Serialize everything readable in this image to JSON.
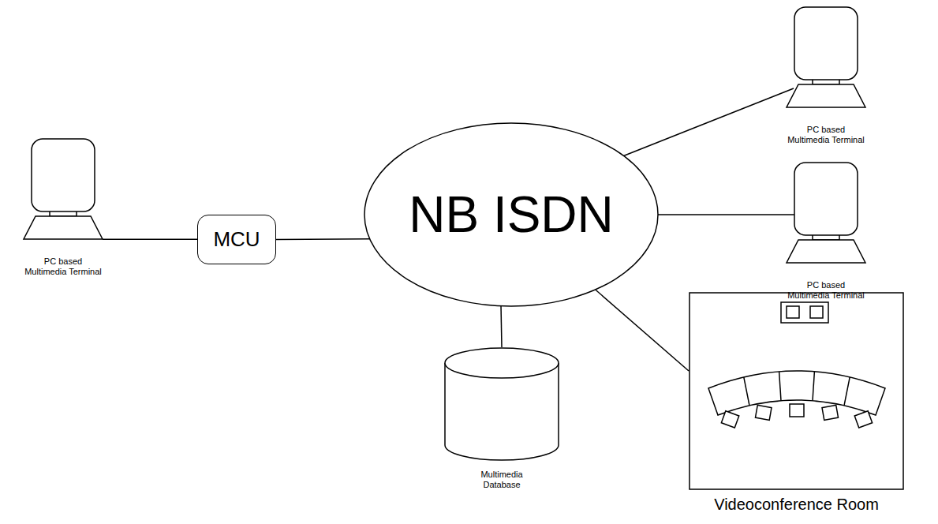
{
  "diagram": {
    "nodes": [
      {
        "text": [
          "PC based Multimedia Terminal"
        ]
      },
      {
        "text": [
          "MCU"
        ]
      },
      {
        "text": [
          "NB ISDN"
        ]
      },
      {
        "text": [
          "PC based Multimedia Terminal"
        ]
      },
      {
        "text": [
          "PC based Multimedia Terminal"
        ]
      },
      {
        "text": [
          "Multimedia Database"
        ]
      },
      {
        "text": [
          "Videoconference Room"
        ]
      }
    ],
    "edges": [
      {
        "from": 0,
        "to": 1,
        "arrow": "none"
      },
      {
        "from": 1,
        "to": 2,
        "arrow": "none"
      },
      {
        "from": 2,
        "to": 3,
        "arrow": "none"
      },
      {
        "from": 2,
        "to": 4,
        "arrow": "none"
      },
      {
        "from": 2,
        "to": 5,
        "arrow": "none"
      },
      {
        "from": 2,
        "to": 6,
        "arrow": "none"
      }
    ]
  }
}
